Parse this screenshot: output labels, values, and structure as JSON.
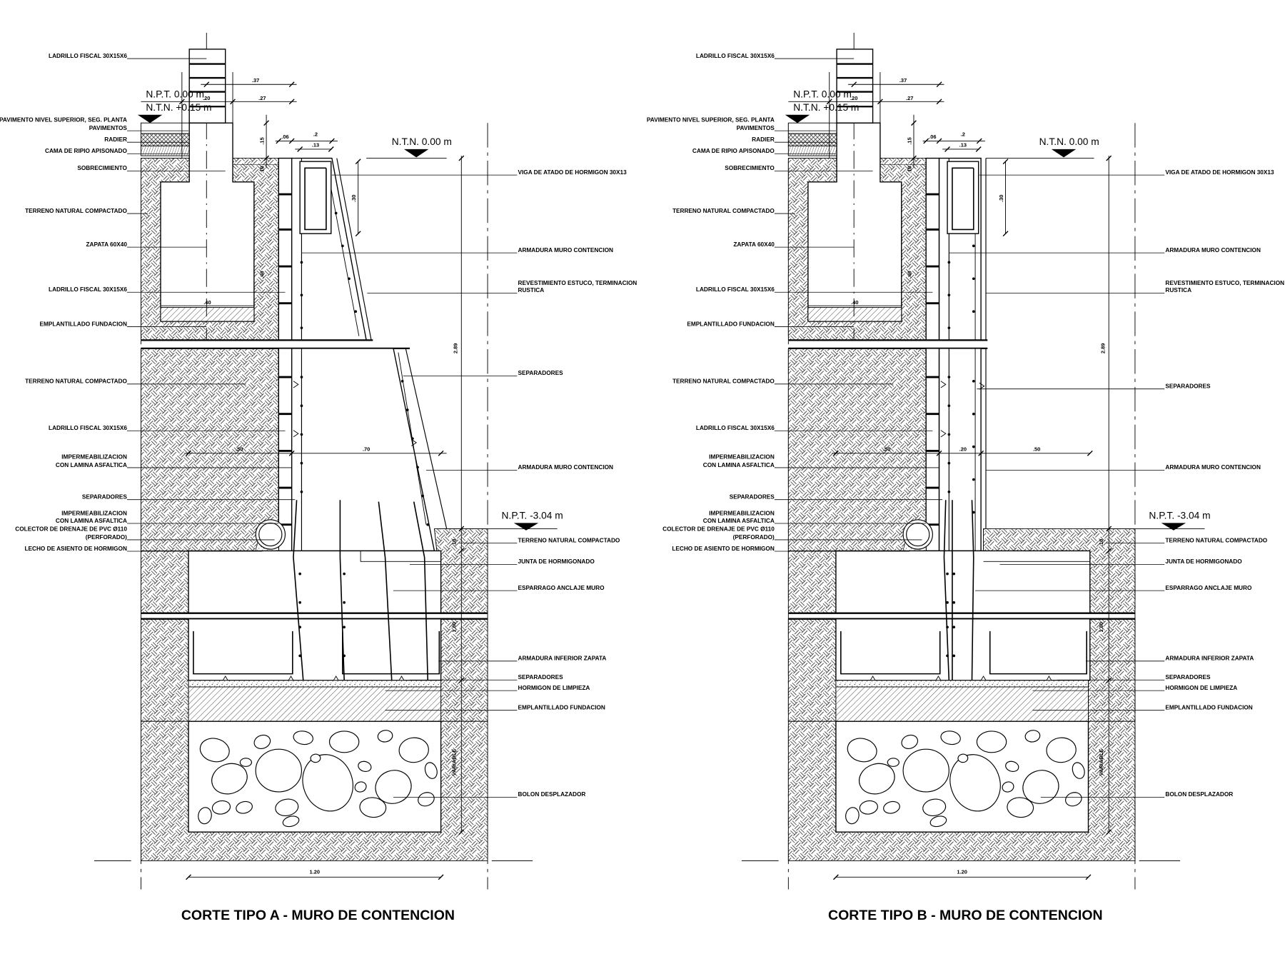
{
  "sections": [
    {
      "title": "CORTE TIPO A - MURO DE CONTENCION",
      "type": "tapered",
      "levels": {
        "npt_top": "N.P.T. 0.00 m",
        "ntn_top": "N.T.N. +0.15 m",
        "ntn_right": "N.T.N. 0.00 m",
        "npt_bottom": "N.P.T. -3.04 m"
      },
      "left_labels": [
        {
          "lines": [
            "LADRILLO FISCAL 30X15X6"
          ]
        },
        {
          "lines": [
            "PAVIMENTO NIVEL SUPERIOR, SEG. PLANTA",
            "PAVIMENTOS"
          ]
        },
        {
          "lines": [
            "RADIER"
          ]
        },
        {
          "lines": [
            "CAMA DE RIPIO APISONADO"
          ]
        },
        {
          "lines": [
            "SOBRECIMIENTO"
          ]
        },
        {
          "lines": [
            "TERRENO NATURAL COMPACTADO"
          ]
        },
        {
          "lines": [
            "ZAPATA 60X40"
          ]
        },
        {
          "lines": [
            "LADRILLO FISCAL 30X15X6"
          ]
        },
        {
          "lines": [
            "EMPLANTILLADO FUNDACION"
          ]
        },
        {
          "lines": [
            "TERRENO NATURAL COMPACTADO"
          ]
        },
        {
          "lines": [
            "LADRILLO FISCAL 30X15X6"
          ]
        },
        {
          "lines": [
            "IMPERMEABILIZACION",
            "CON LAMINA ASFALTICA"
          ]
        },
        {
          "lines": [
            "SEPARADORES"
          ]
        },
        {
          "lines": [
            "IMPERMEABILIZACION",
            "CON LAMINA ASFALTICA"
          ]
        },
        {
          "lines": [
            "COLECTOR DE DRENAJE DE PVC Ø110",
            "(PERFORADO)"
          ]
        },
        {
          "lines": [
            "LECHO DE ASIENTO DE HORMIGON"
          ]
        }
      ],
      "right_labels": [
        {
          "lines": [
            "VIGA DE ATADO DE HORMIGON 30X13"
          ]
        },
        {
          "lines": [
            "ARMADURA MURO CONTENCION"
          ]
        },
        {
          "lines": [
            "REVESTIMIENTO ESTUCO, TERMINACION",
            "RUSTICA"
          ]
        },
        {
          "lines": [
            "SEPARADORES"
          ]
        },
        {
          "lines": [
            "ARMADURA MURO CONTENCION"
          ]
        },
        {
          "lines": [
            "TERRENO NATURAL COMPACTADO"
          ]
        },
        {
          "lines": [
            "JUNTA DE HORMIGONADO"
          ]
        },
        {
          "lines": [
            "ESPARRAGO ANCLAJE MURO"
          ]
        },
        {
          "lines": [
            "ARMADURA INFERIOR ZAPATA"
          ]
        },
        {
          "lines": [
            "SEPARADORES"
          ]
        },
        {
          "lines": [
            "HORMIGON DE LIMPIEZA"
          ]
        },
        {
          "lines": [
            "EMPLANTILLADO FUNDACION"
          ]
        },
        {
          "lines": [
            "BOLON DESPLAZADOR"
          ]
        }
      ],
      "dims": {
        "d37": ".37",
        "d20": ".20",
        "d27": ".27",
        "d15": ".15",
        "d06": ".06",
        "d2": ".2",
        "d13": ".13",
        "d10a": ".10",
        "d30": ".30",
        "d40v": ".40",
        "d40h": ".40",
        "d289": "2.89",
        "d50": ".50",
        "dwall": ".70",
        "dwall2": "",
        "d10b": ".10",
        "d100": "1.00",
        "dvar": "VARIABLE",
        "d120": "1.20"
      }
    },
    {
      "title": "CORTE TIPO B - MURO DE CONTENCION",
      "type": "straight",
      "levels": {
        "npt_top": "N.P.T. 0.00 m",
        "ntn_top": "N.T.N. +0.15 m",
        "ntn_right": "N.T.N. 0.00 m",
        "npt_bottom": "N.P.T. -3.04 m"
      },
      "left_labels": [
        {
          "lines": [
            "LADRILLO FISCAL 30X15X6"
          ]
        },
        {
          "lines": [
            "PAVIMENTO NIVEL SUPERIOR, SEG. PLANTA",
            "PAVIMENTOS"
          ]
        },
        {
          "lines": [
            "RADIER"
          ]
        },
        {
          "lines": [
            "CAMA DE RIPIO APISONADO"
          ]
        },
        {
          "lines": [
            "SOBRECIMIENTO"
          ]
        },
        {
          "lines": [
            "TERRENO NATURAL COMPACTADO"
          ]
        },
        {
          "lines": [
            "ZAPATA 60X40"
          ]
        },
        {
          "lines": [
            "LADRILLO FISCAL 30X15X6"
          ]
        },
        {
          "lines": [
            "EMPLANTILLADO FUNDACION"
          ]
        },
        {
          "lines": [
            "TERRENO NATURAL COMPACTADO"
          ]
        },
        {
          "lines": [
            "LADRILLO FISCAL 30X15X6"
          ]
        },
        {
          "lines": [
            "IMPERMEABILIZACION",
            "CON LAMINA ASFALTICA"
          ]
        },
        {
          "lines": [
            "SEPARADORES"
          ]
        },
        {
          "lines": [
            "IMPERMEABILIZACION",
            "CON LAMINA ASFALTICA"
          ]
        },
        {
          "lines": [
            "COLECTOR DE DRENAJE DE PVC Ø110",
            "(PERFORADO)"
          ]
        },
        {
          "lines": [
            "LECHO DE ASIENTO DE HORMIGON"
          ]
        }
      ],
      "right_labels": [
        {
          "lines": [
            "VIGA DE ATADO DE HORMIGON 30X13"
          ]
        },
        {
          "lines": [
            "ARMADURA MURO CONTENCION"
          ]
        },
        {
          "lines": [
            "REVESTIMIENTO ESTUCO, TERMINACION",
            "RUSTICA"
          ]
        },
        {
          "lines": [
            "SEPARADORES"
          ]
        },
        {
          "lines": [
            "ARMADURA MURO CONTENCION"
          ]
        },
        {
          "lines": [
            "TERRENO NATURAL COMPACTADO"
          ]
        },
        {
          "lines": [
            "JUNTA DE HORMIGONADO"
          ]
        },
        {
          "lines": [
            "ESPARRAGO ANCLAJE MURO"
          ]
        },
        {
          "lines": [
            "ARMADURA INFERIOR ZAPATA"
          ]
        },
        {
          "lines": [
            "SEPARADORES"
          ]
        },
        {
          "lines": [
            "HORMIGON DE LIMPIEZA"
          ]
        },
        {
          "lines": [
            "EMPLANTILLADO FUNDACION"
          ]
        },
        {
          "lines": [
            "BOLON DESPLAZADOR"
          ]
        }
      ],
      "dims": {
        "d37": ".37",
        "d20": ".20",
        "d27": ".27",
        "d15": ".15",
        "d06": ".06",
        "d2": ".2",
        "d13": ".13",
        "d10a": ".10",
        "d30": ".30",
        "d40v": ".40",
        "d40h": ".40",
        "d289": "2.89",
        "d50": ".50",
        "dwall": ".50",
        "dwall2": ".20",
        "d10b": ".10",
        "d100": "1.00",
        "dvar": "VARIABLE",
        "d120": "1.20"
      }
    }
  ]
}
